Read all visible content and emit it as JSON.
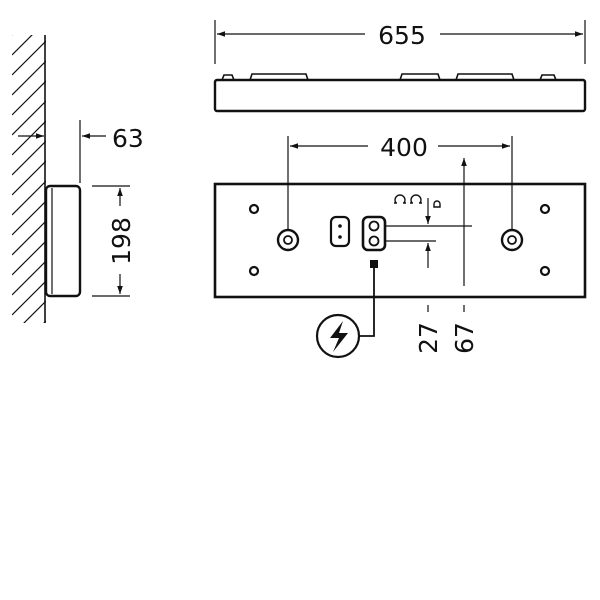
{
  "dimensions": {
    "total_width": "655",
    "wall_depth": "63",
    "height": "198",
    "mount_spacing": "400",
    "offset_small": "27",
    "offset_large": "67"
  },
  "icons": {
    "power": "lightning-bolt-icon",
    "wall": "wall-hatch-icon"
  },
  "colors": {
    "line": "#111111",
    "background": "#ffffff"
  }
}
